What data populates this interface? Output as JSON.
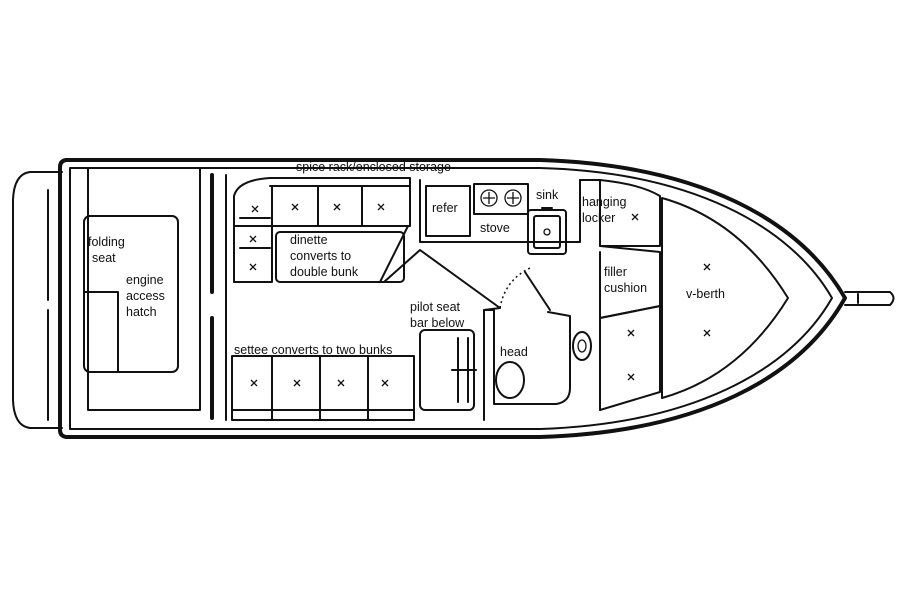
{
  "labels": {
    "spice_rack": "spice rack/enclosed storage",
    "refer": "refer",
    "stove": "stove",
    "sink": "sink",
    "hanging_locker_1": "hanging",
    "hanging_locker_2": "locker",
    "folding_seat_1": "folding",
    "folding_seat_2": "seat",
    "engine_hatch_1": "engine",
    "engine_hatch_2": "access",
    "engine_hatch_3": "hatch",
    "dinette_1": "dinette",
    "dinette_2": "converts to",
    "dinette_3": "double bunk",
    "filler_cushion_1": "filler",
    "filler_cushion_2": "cushion",
    "v_berth": "v-berth",
    "pilot_seat_1": "pilot seat",
    "pilot_seat_2": "bar below",
    "head": "head",
    "settee": "settee converts to two bunks"
  },
  "colors": {
    "line": "#111111",
    "background": "#ffffff"
  }
}
